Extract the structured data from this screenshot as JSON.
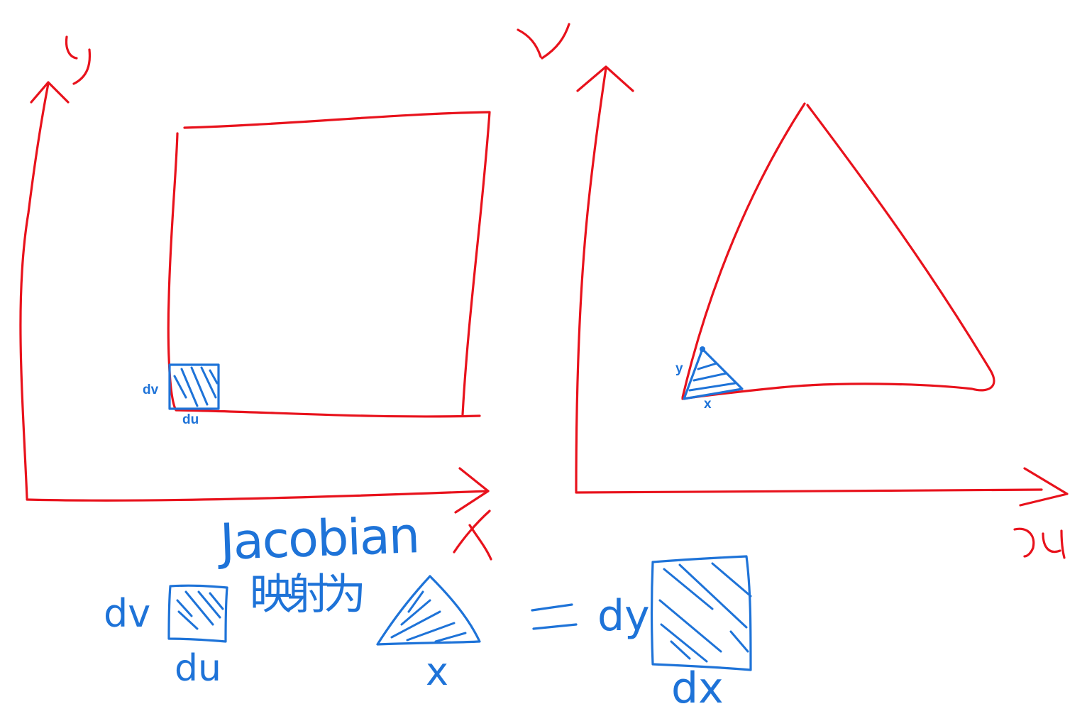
{
  "left_panel": {
    "y_axis_label": "y",
    "x_axis_label": "x",
    "cell_v_label": "dv",
    "cell_u_label": "du"
  },
  "right_panel": {
    "v_axis_label": "v",
    "u_axis_label": "u",
    "corner_y_label": "y",
    "corner_x_label": "x"
  },
  "equation": {
    "title": "Jacobian",
    "mapping_word": "映射为",
    "left_v": "dv",
    "left_u": "du",
    "triangle_x": "x",
    "equals": "=",
    "right_y": "dy",
    "right_x": "dx"
  },
  "colors": {
    "axes_ink": "#e8121c",
    "annotation_ink": "#1e73d8",
    "background": "#ffffff"
  }
}
